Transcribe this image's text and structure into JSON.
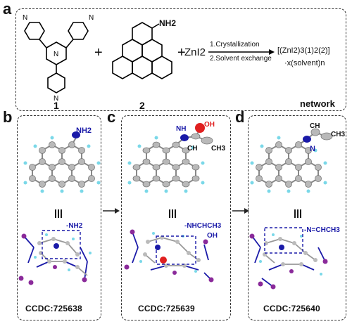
{
  "panels": {
    "a": {
      "letter": "a",
      "compound1": {
        "number": "1"
      },
      "plus1": "+",
      "compound2": {
        "number": "2",
        "substituent": "NH2"
      },
      "plus2": "+",
      "reagent": "ZnI2",
      "arrow_above": "1.Crystallization",
      "arrow_below": "2.Solvent exchange",
      "product_line1": "[(ZnI2)3(1)2(2)]",
      "product_line2": "·x(solvent)n",
      "product_label": "network"
    },
    "b": {
      "letter": "b",
      "group_label": "NH2",
      "inset_label": "-NH2",
      "ccdc": "CCDC:725638"
    },
    "c": {
      "letter": "c",
      "labels": [
        "NH",
        "OH",
        "CH",
        "CH3"
      ],
      "inset_label_top": "-NHCHCH3",
      "inset_label_bottom": "OH",
      "ccdc": "CCDC:725639"
    },
    "d": {
      "letter": "d",
      "labels": [
        "CH",
        "CH3",
        "N"
      ],
      "inset_label": "-N=CHCH3",
      "ccdc": "CCDC:725640"
    }
  },
  "colors": {
    "nitrogen": "#1a1aa8",
    "oxygen": "#e02020",
    "iodine": "#8a2a9a",
    "hydrogen": "#7ad8e8",
    "carbon": "#b9b9b9",
    "bond": "#888888",
    "frame": "#333333"
  },
  "icons": [
    "reaction-arrow-icon",
    "transform-arrow-icon",
    "equivalence-icon"
  ]
}
